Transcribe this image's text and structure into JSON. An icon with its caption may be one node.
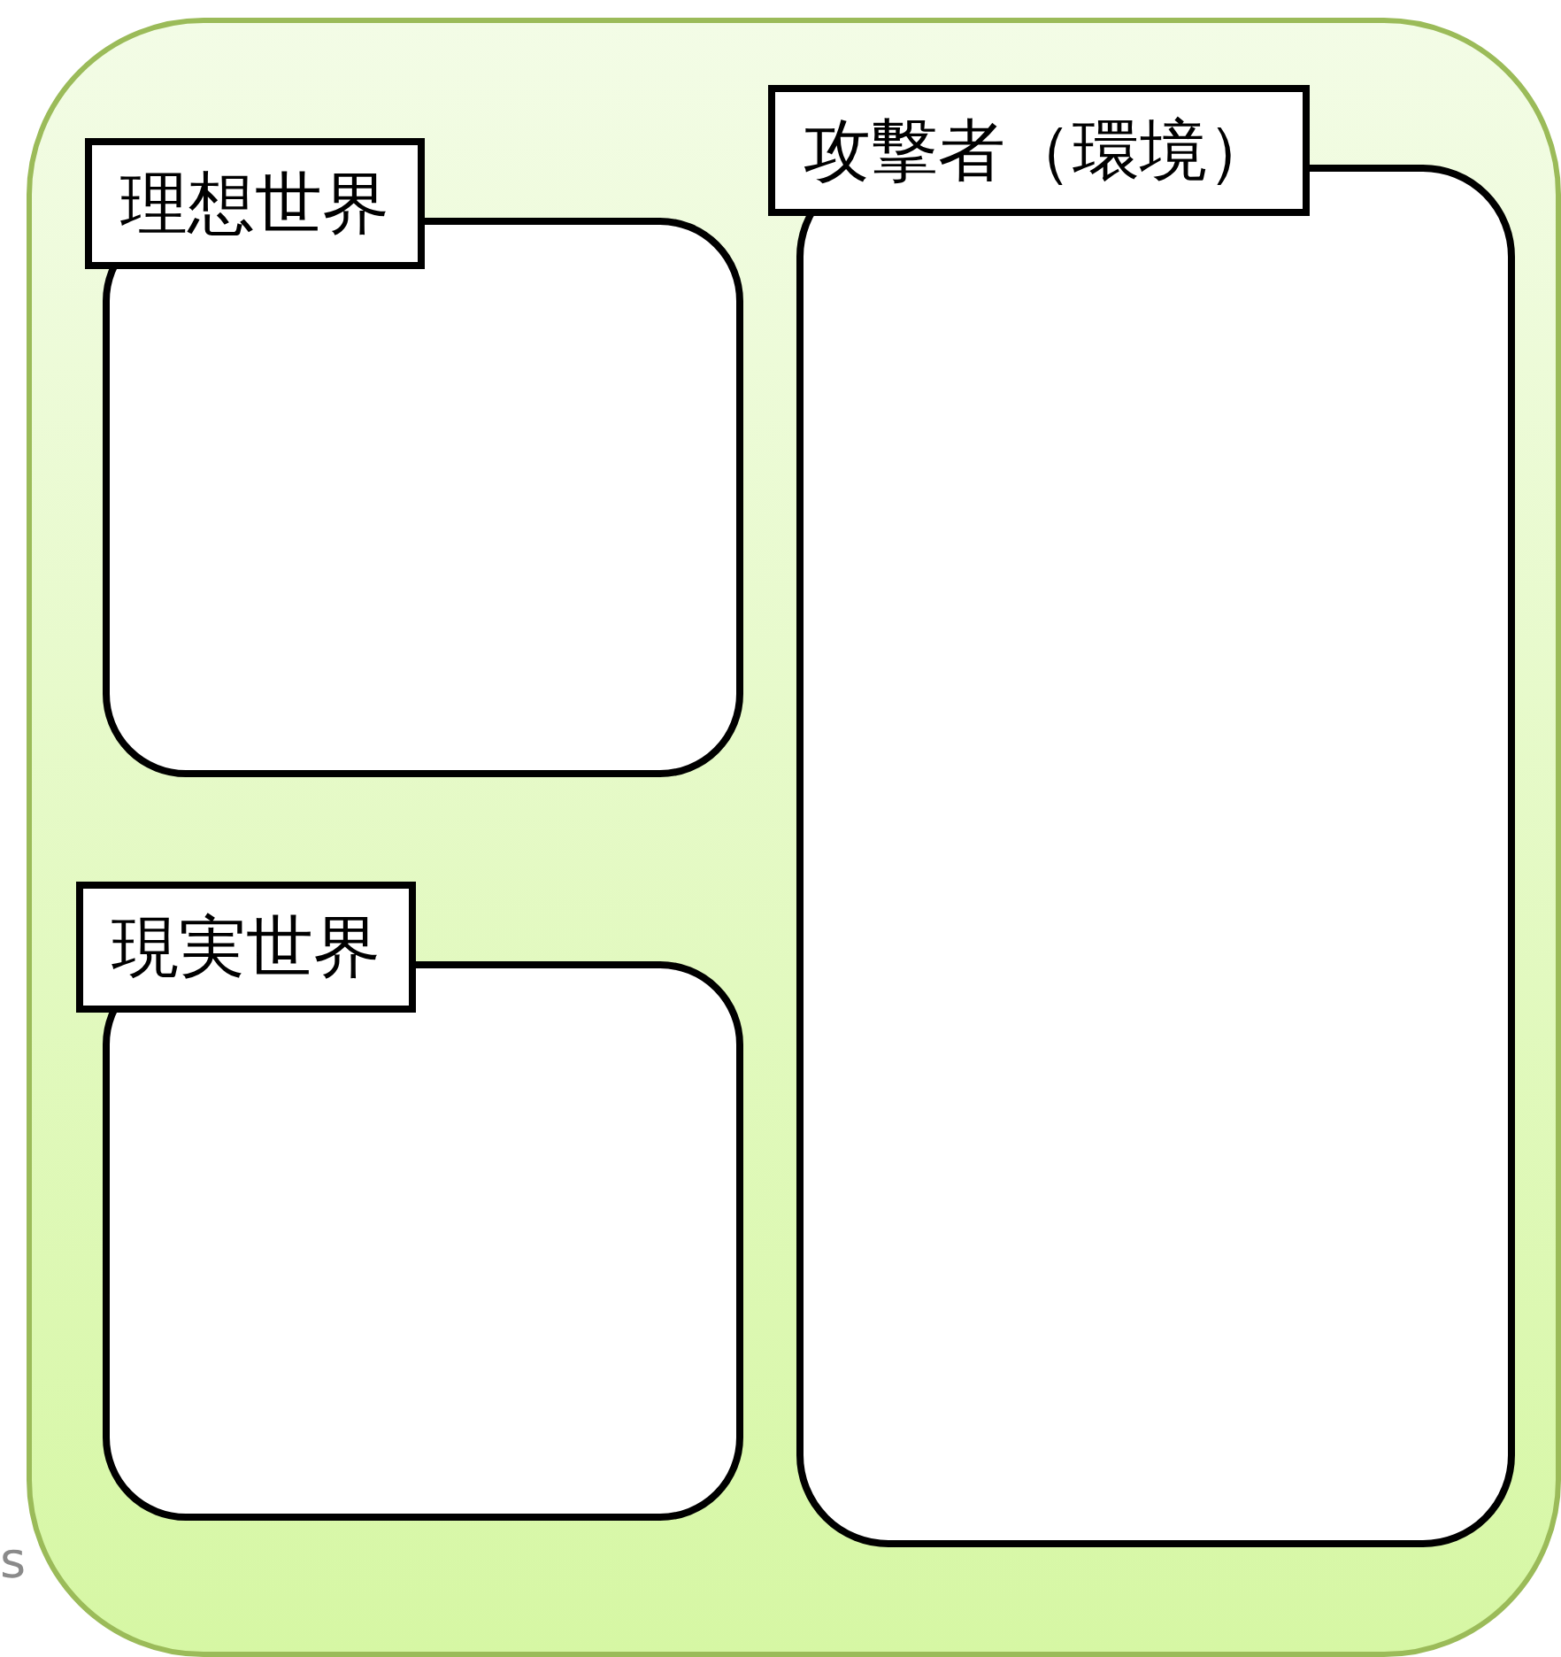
{
  "diagram": {
    "nodes": [
      {
        "text": [],
        "shape": "box"
      },
      {
        "text": [
          "理想世界"
        ],
        "in": 0
      },
      {
        "text": [
          "攻撃者（環境）"
        ],
        "in": 0
      },
      {
        "text": [
          "現実世界"
        ],
        "in": 0
      }
    ],
    "labels": [
      "s"
    ]
  }
}
